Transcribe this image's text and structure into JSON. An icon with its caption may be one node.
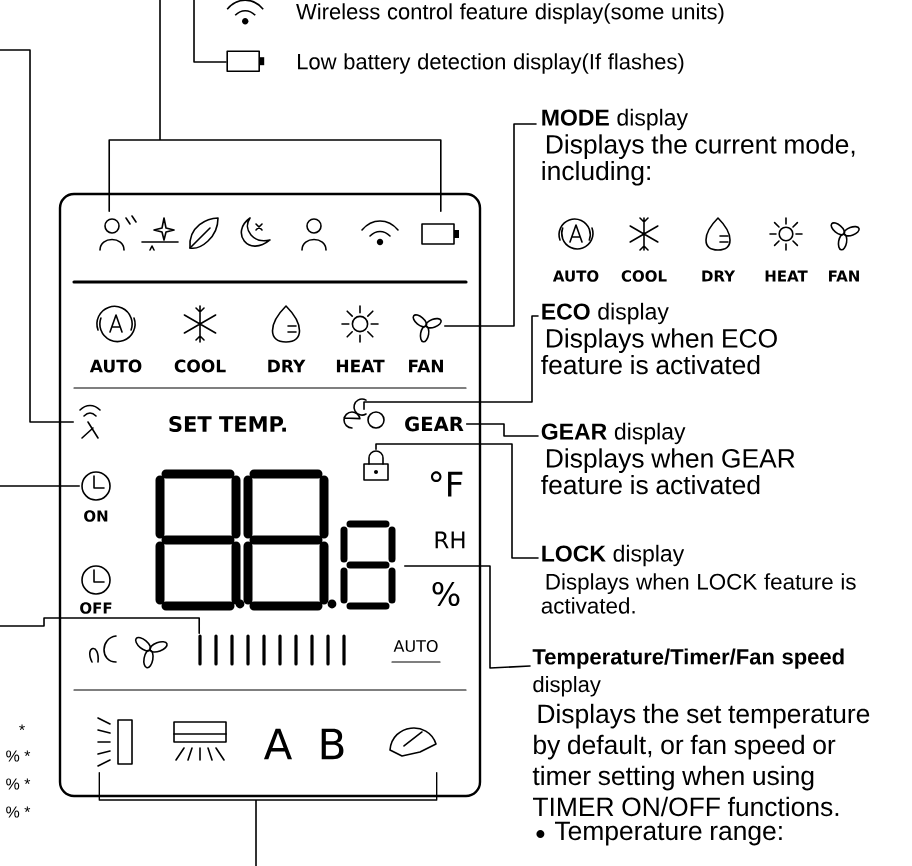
{
  "diagram": {
    "nodes": [
      {
        "text": [
          "Wireless control feature display(some units)"
        ]
      },
      {
        "text": [
          "Low battery detection display(If flashes)"
        ]
      },
      {
        "text": [
          "**MODE** display",
          "Displays the current mode, including:"
        ]
      },
      {
        "text": [],
        "shape": "icon"
      },
      {
        "text": [],
        "shape": "icon"
      },
      {
        "text": [
          "**ECO** display",
          "Displays when ECO feature is activated"
        ]
      },
      {
        "text": [],
        "shape": "icon"
      },
      {
        "text": [
          "GEAR"
        ]
      },
      {
        "text": [
          "**GEAR** display",
          "Displays when GEAR feature is activated"
        ]
      },
      {
        "text": [],
        "shape": "icon"
      },
      {
        "text": [
          "**LOCK** display",
          "Displays when LOCK feature is activated."
        ]
      },
      {
        "text": [],
        "shape": "display"
      },
      {
        "text": [
          "**Temperature/Timer/Fan speed** display",
          "Displays the set temperature by default, or fan speed or timer setting when using TIMER ON/OFF functions.",
          "Temperature range:"
        ]
      },
      {
        "text": [],
        "shape": "icon"
      },
      {
        "text": [],
        "shape": "icon",
        "beside": [
          "ON"
        ]
      },
      {
        "text": [],
        "shape": "icon"
      },
      {
        "text": [],
        "shape": "icon"
      }
    ],
    "edges": [
      {
        "from": 1,
        "to": null,
        "arrow": "none"
      },
      {
        "from": 3,
        "to": null,
        "arrow": "none"
      },
      {
        "from": 4,
        "to": 2,
        "arrow": "none"
      },
      {
        "from": 6,
        "to": 5,
        "arrow": "none"
      },
      {
        "from": 7,
        "to": 8,
        "arrow": "none"
      },
      {
        "from": 9,
        "to": 10,
        "arrow": "none"
      },
      {
        "from": 11,
        "to": 12,
        "arrow": "none"
      },
      {
        "from": 13,
        "to": null,
        "arrow": "none"
      },
      {
        "from": 14,
        "to": null,
        "arrow": "none"
      },
      {
        "from": 15,
        "to": null,
        "arrow": "none"
      },
      {
        "from": 16,
        "to": null,
        "arrow": "none"
      }
    ],
    "labels": [
      "AUTO",
      "COOL",
      "DRY",
      "HEAT",
      "FAN",
      "AUTO",
      "COOL",
      "DRY",
      "HEAT",
      "FAN",
      "SET TEMP.",
      "°F",
      "RH",
      "%",
      "OFF",
      "AUTO",
      "A",
      "B",
      "*",
      "% *",
      "% *",
      "% *"
    ]
  }
}
